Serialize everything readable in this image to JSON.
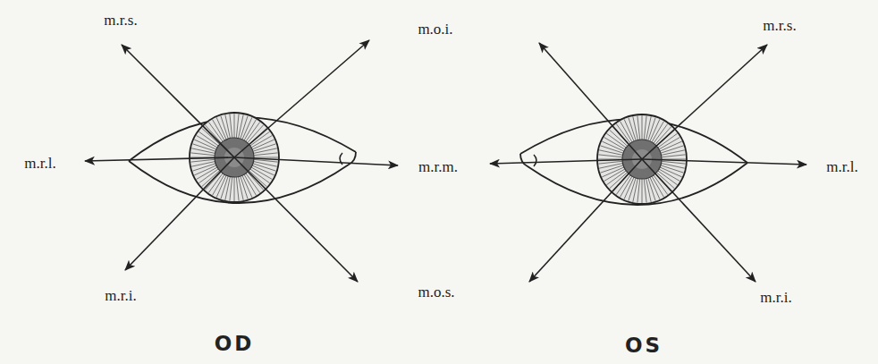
{
  "diagram": {
    "labels": [
      "m.r.s.",
      "m.o.i.",
      "m.r.s.",
      "m.r.l.",
      "m.r.m.",
      "m.r.l.",
      "m.r.i.",
      "m.o.s.",
      "m.r.i.",
      "OD",
      "OS"
    ]
  }
}
